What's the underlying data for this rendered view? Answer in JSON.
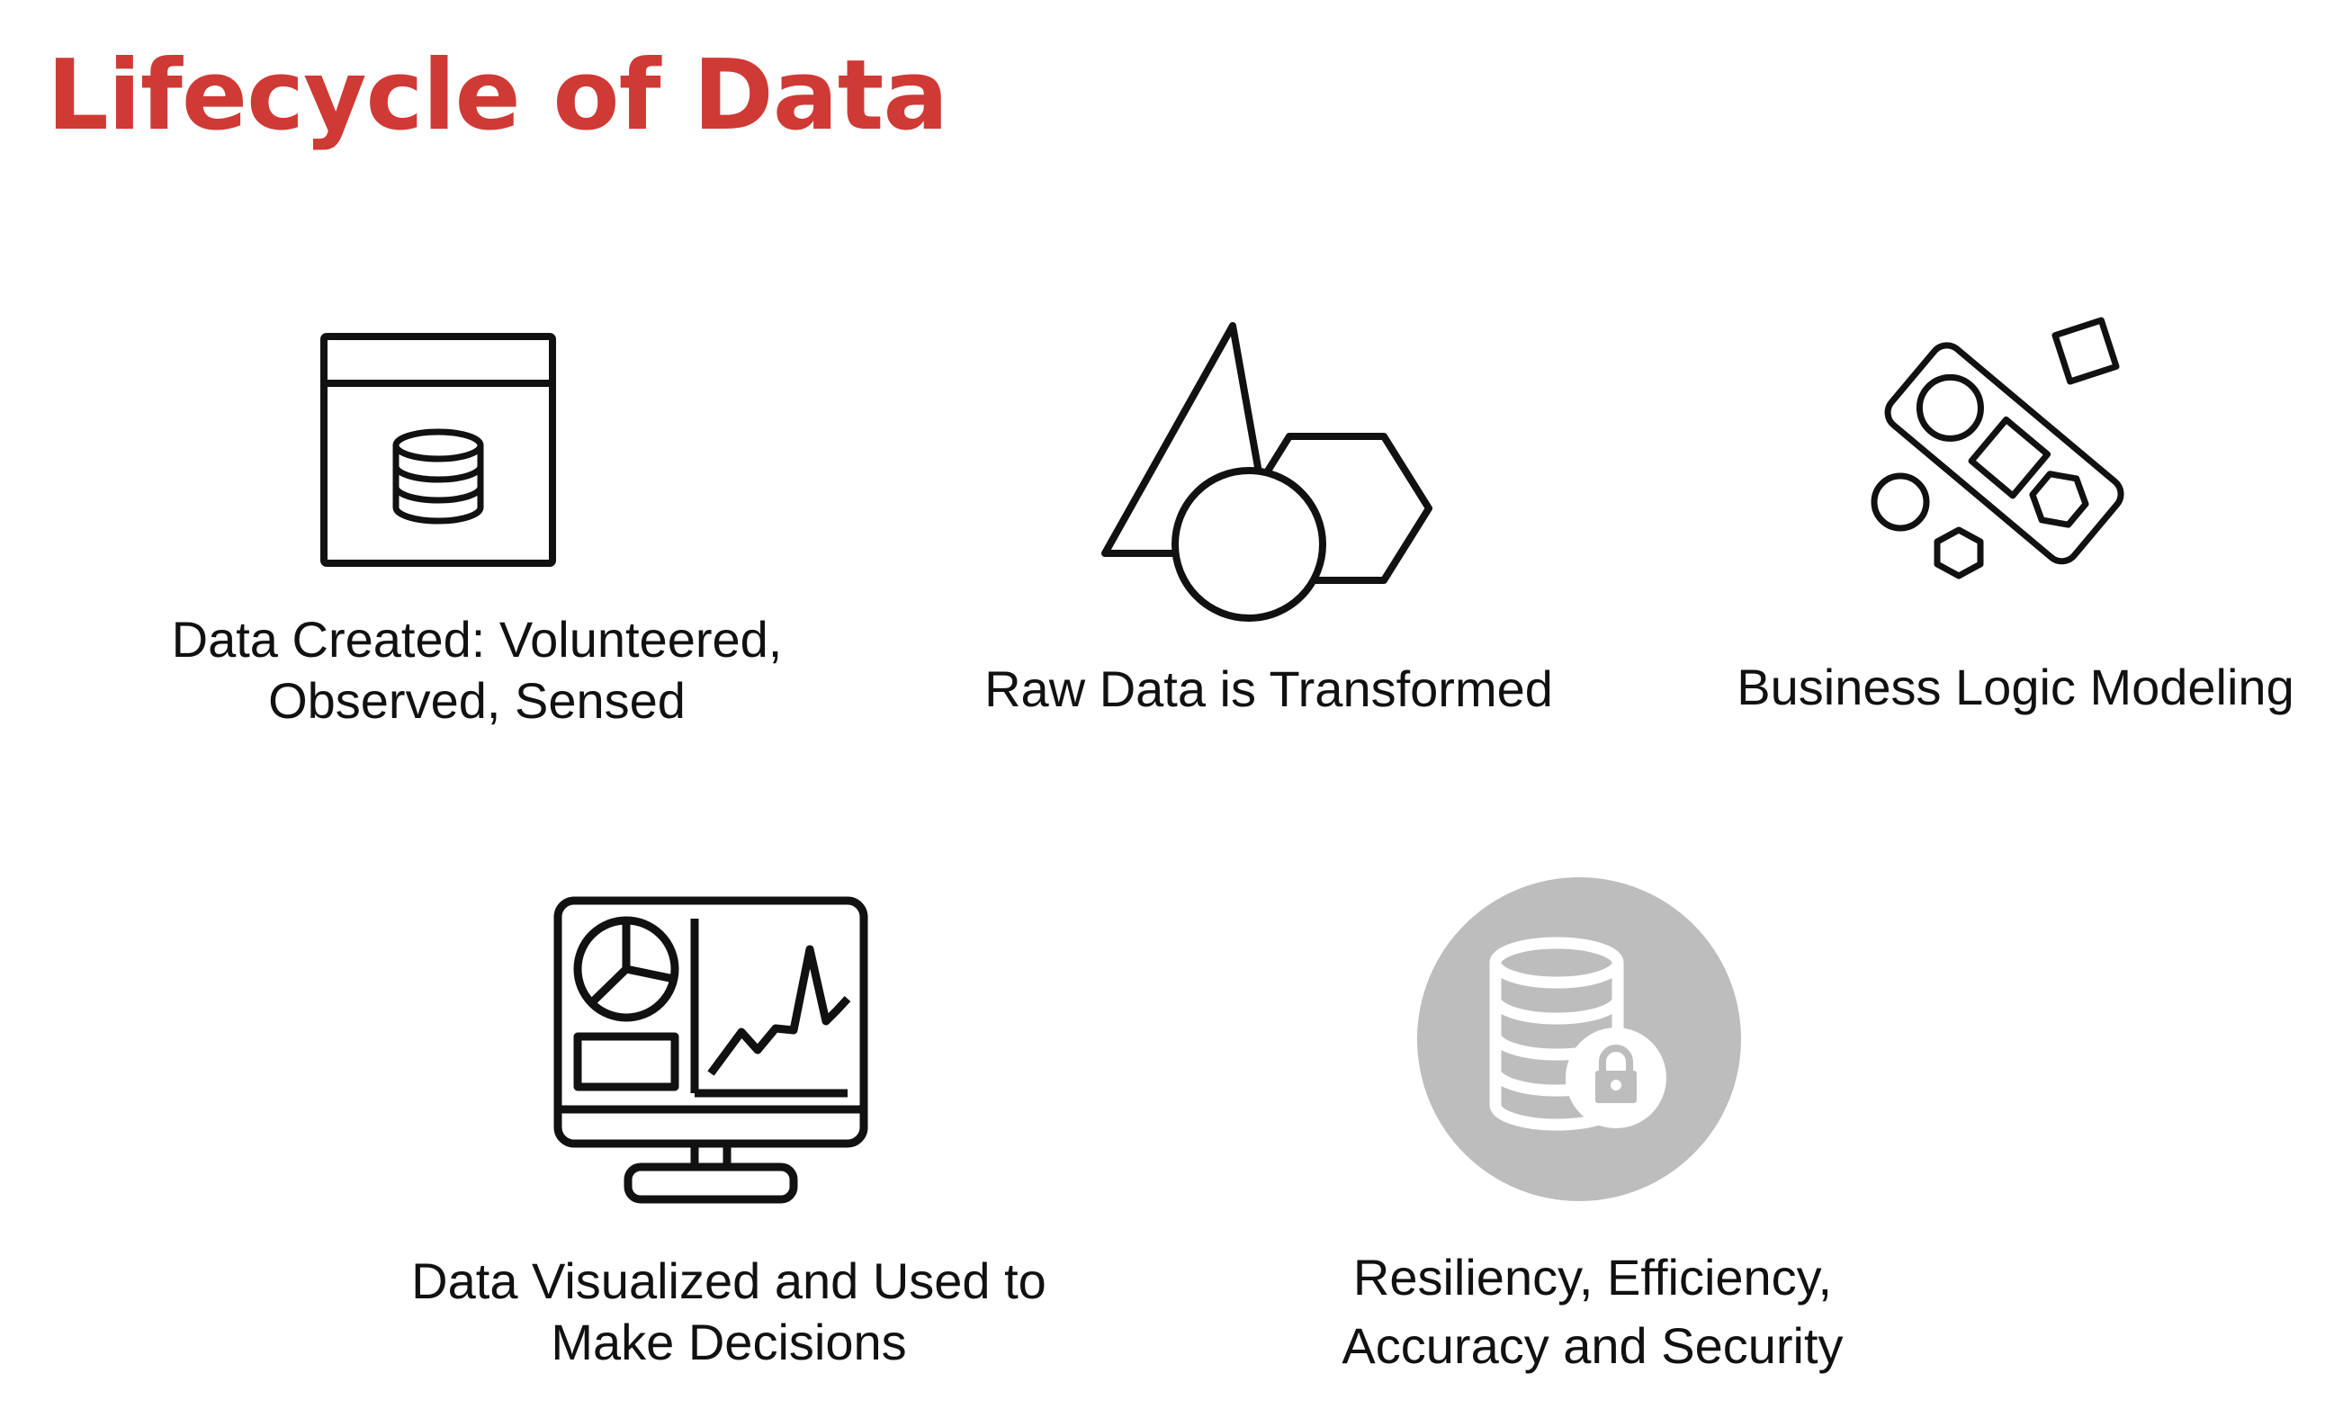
{
  "title": "Lifecycle of Data",
  "colors": {
    "title": "#cf3a35",
    "icon_stroke": "#111111",
    "badge_fill": "#bdbdbd",
    "text": "#111111"
  },
  "steps": [
    {
      "icon": "database-window-icon",
      "label_lines": [
        "Data Created: Volunteered,",
        "Observed, Sensed"
      ]
    },
    {
      "icon": "shapes-icon",
      "label_lines": [
        "Raw Data is Transformed"
      ]
    },
    {
      "icon": "shape-sorter-icon",
      "label_lines": [
        "Business Logic Modeling"
      ]
    },
    {
      "icon": "dashboard-monitor-icon",
      "label_lines": [
        "Data Visualized and Used to",
        "Make Decisions"
      ]
    },
    {
      "icon": "secure-database-icon",
      "label_lines": [
        "Resiliency, Efficiency,",
        "Accuracy and Security"
      ]
    }
  ]
}
